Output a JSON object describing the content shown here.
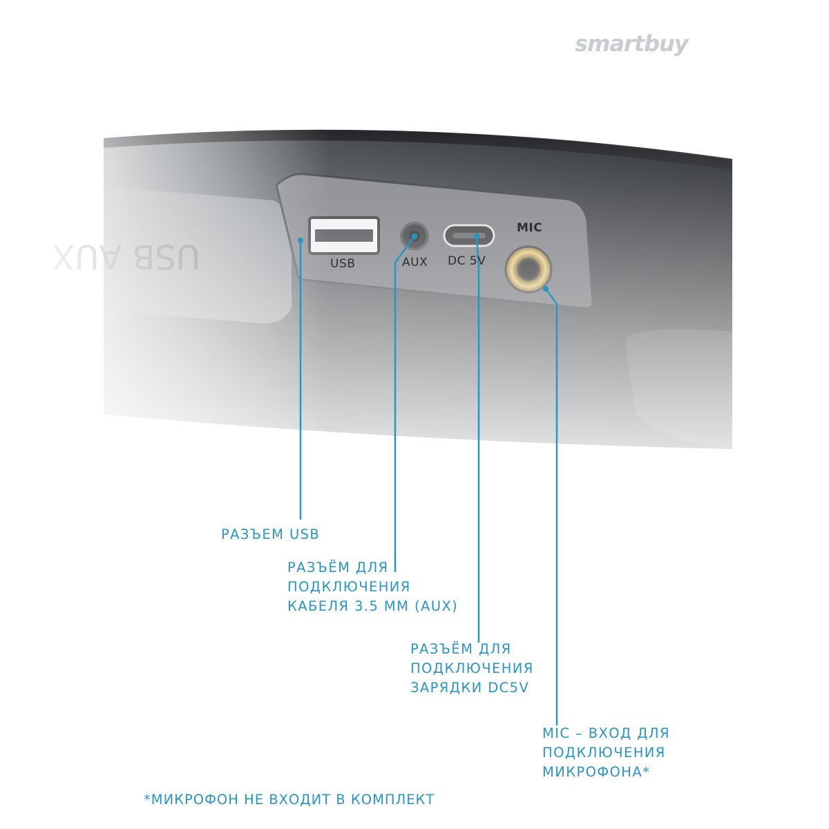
{
  "brand": {
    "logo_text": "smartbuy"
  },
  "device": {
    "ports": [
      {
        "id": "usb",
        "label": "USB"
      },
      {
        "id": "aux",
        "label": "AUX"
      },
      {
        "id": "dc",
        "label": "DC 5V"
      },
      {
        "id": "mic",
        "label": "MIC"
      }
    ],
    "cap_text": "USB AUX"
  },
  "callouts": [
    {
      "id": "usb",
      "text": "РАЗЪЕМ USB"
    },
    {
      "id": "aux",
      "text": "РАЗЪЁМ ДЛЯ\nПОДКЛЮЧЕНИЯ\nКАБЕЛЯ 3.5 ММ (AUX)"
    },
    {
      "id": "dc",
      "text": "РАЗЪЁМ ДЛЯ\nПОДКЛЮЧЕНИЯ\nЗАРЯДКИ DC5V"
    },
    {
      "id": "mic",
      "text": "MIC – ВХОД ДЛЯ\nПОДКЛЮЧЕНИЯ\nМИКРОФОНА*"
    }
  ],
  "footnote": "*МИКРОФОН НЕ ВХОДИТ В КОМПЛЕКТ",
  "colors": {
    "accent": "#2a95c4",
    "speaker_body": "#2b2f34",
    "panel": "#6d7075",
    "gold": "#c9a447"
  }
}
